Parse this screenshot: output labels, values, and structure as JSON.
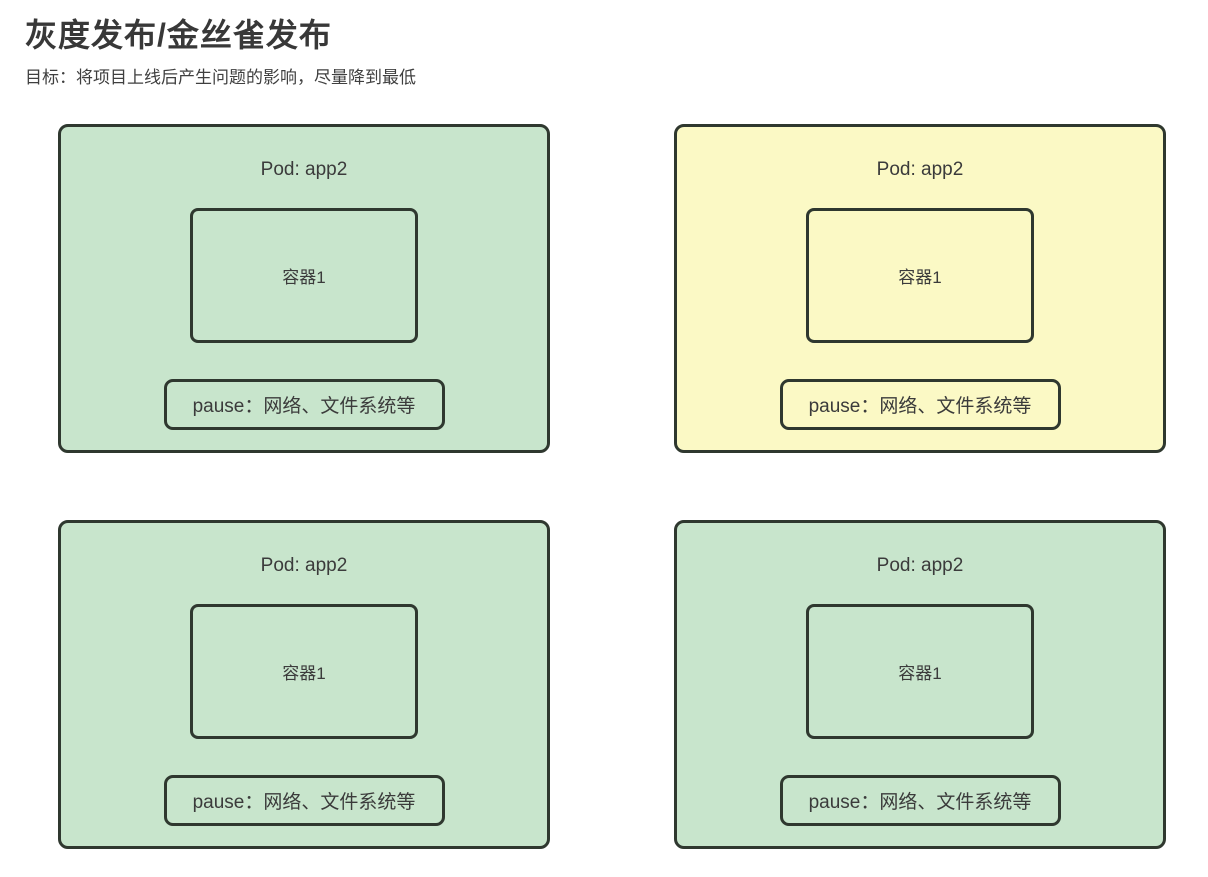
{
  "page": {
    "title": "灰度发布/金丝雀发布",
    "subtitle": "目标：将项目上线后产生问题的影响，尽量降到最低"
  },
  "colors": {
    "pod_green": "#c8e5cc",
    "pod_yellow": "#fbf9c5",
    "border": "#2f382f",
    "text": "#3b3b3b"
  },
  "pods": [
    {
      "variant": "green",
      "title": "Pod: app2",
      "container_label": "容器1",
      "pause_label": "pause：网络、文件系统等"
    },
    {
      "variant": "yellow",
      "title": "Pod: app2",
      "container_label": "容器1",
      "pause_label": "pause：网络、文件系统等"
    },
    {
      "variant": "green",
      "title": "Pod: app2",
      "container_label": "容器1",
      "pause_label": "pause：网络、文件系统等"
    },
    {
      "variant": "green",
      "title": "Pod: app2",
      "container_label": "容器1",
      "pause_label": "pause：网络、文件系统等"
    }
  ]
}
